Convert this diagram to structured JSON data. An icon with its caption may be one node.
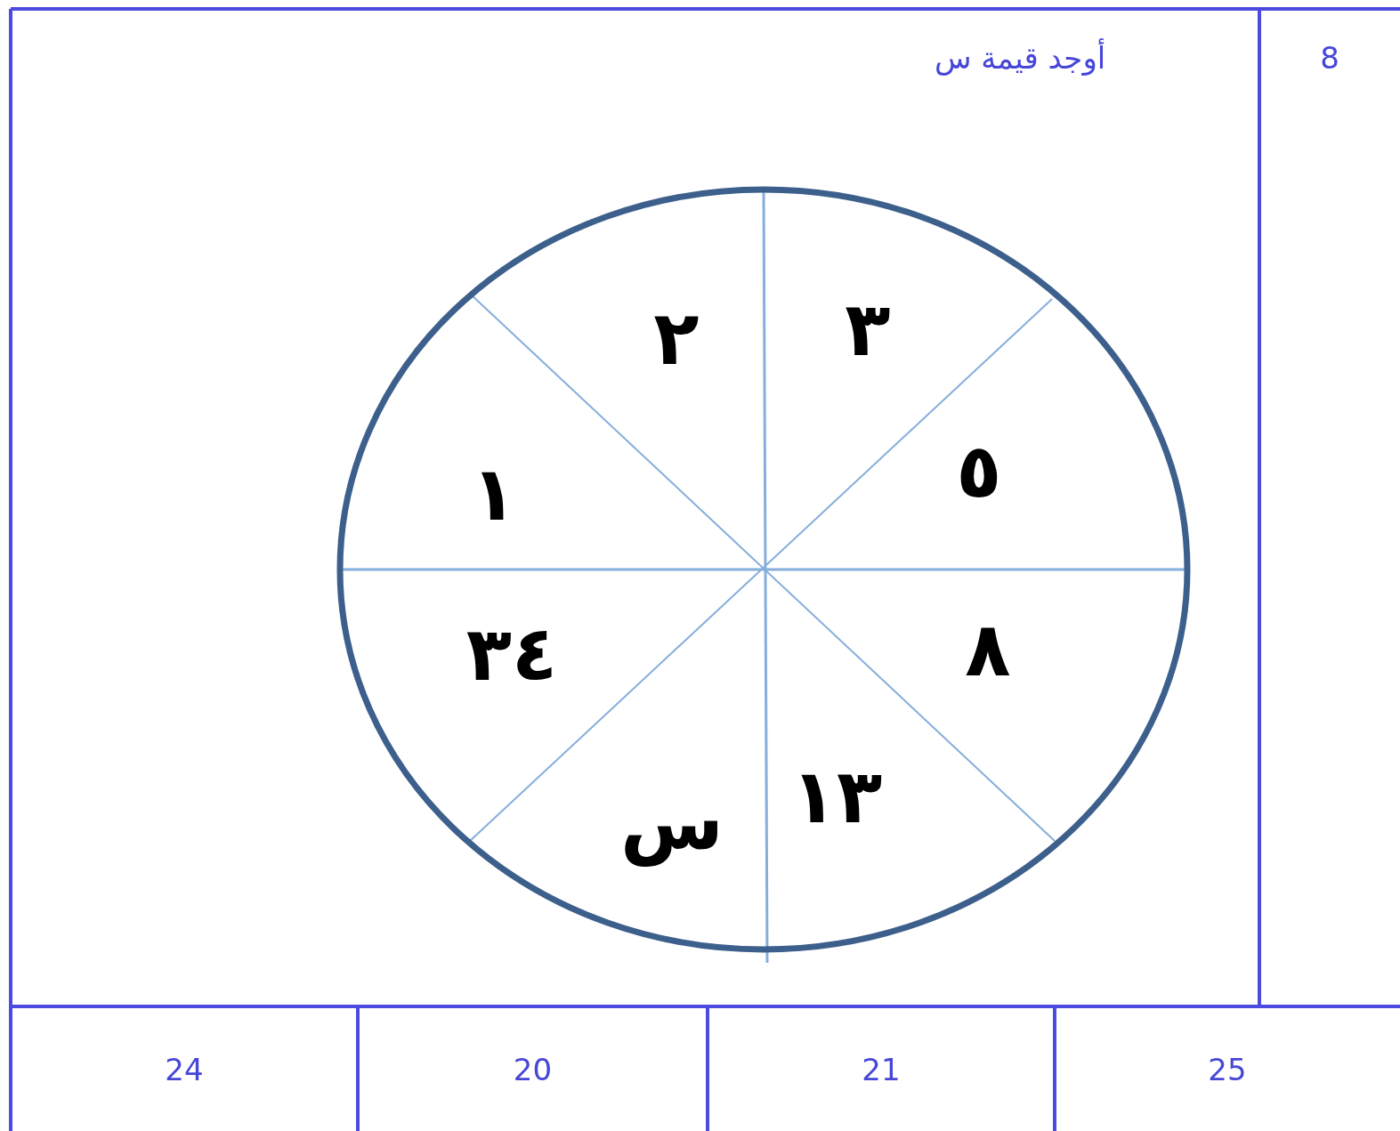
{
  "diagram": {
    "labels": [
      "8",
      "أوجد قيمة س",
      "٢",
      "٣",
      "١",
      "٥",
      "٣٤",
      "٨",
      "س",
      "١٣",
      "24",
      "20",
      "21",
      "25"
    ]
  }
}
